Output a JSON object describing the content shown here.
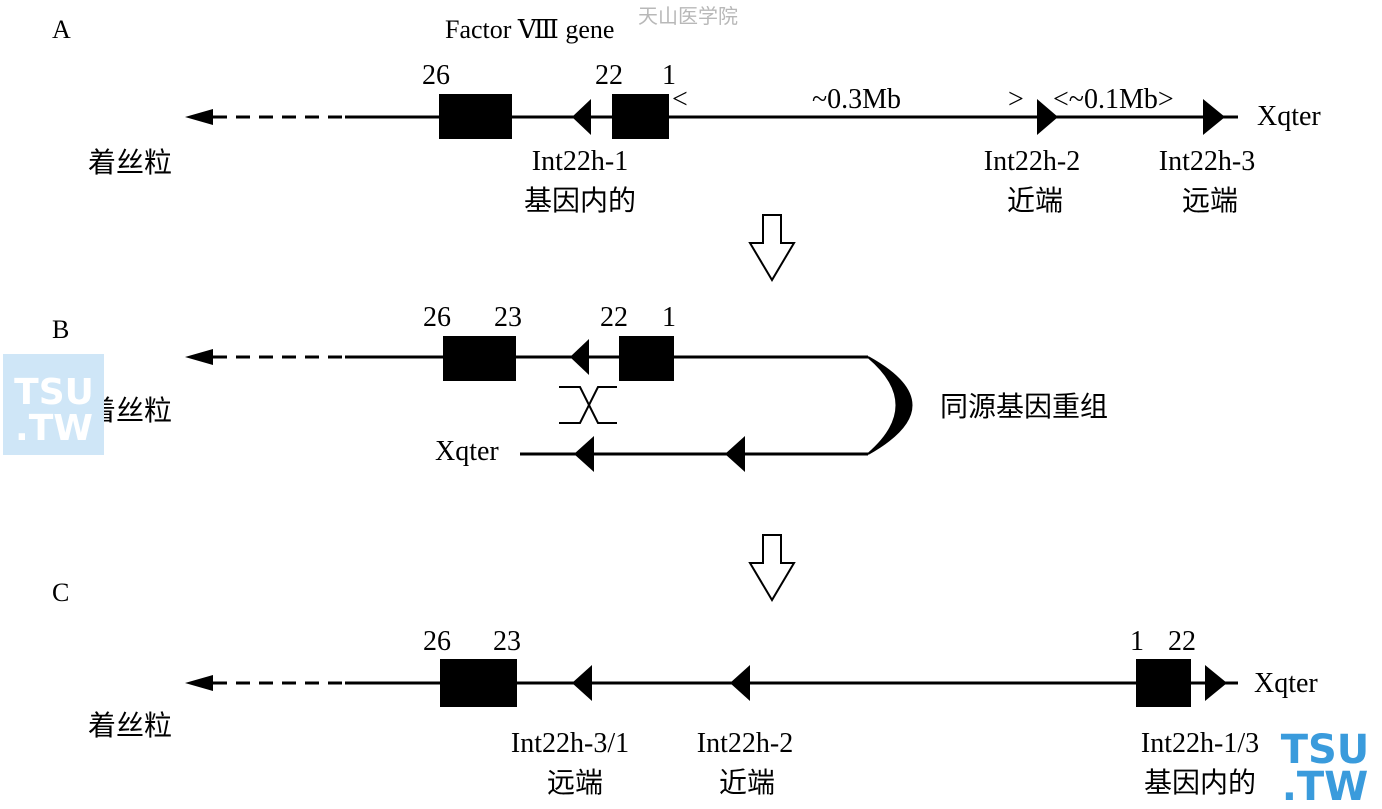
{
  "watermark_top": "天山医学院",
  "watermark_logo": {
    "line1": "TSU",
    "line2": ".TW"
  },
  "colors": {
    "ink": "#000000",
    "logo_blue": "#3a9bdc",
    "logo_bg": "#cfe6f7"
  },
  "panels": {
    "a": {
      "letter": "A",
      "gene_title": "Factor Ⅷ gene",
      "centromere": "着丝粒",
      "exon_26": "26",
      "exon_22": "22",
      "exon_1": "1",
      "bracket_left": "<",
      "distance_1": "~0.3Mb",
      "bracket_right": ">",
      "distance_2": "<~0.1Mb>",
      "telomere": "Xqter",
      "int1_name": "Int22h-1",
      "int1_desc": "基因内的",
      "int2_name": "Int22h-2",
      "int2_desc": "近端",
      "int3_name": "Int22h-3",
      "int3_desc": "远端"
    },
    "b": {
      "letter": "B",
      "centromere": "着丝粒",
      "exon_26": "26",
      "exon_23": "23",
      "exon_22": "22",
      "exon_1": "1",
      "recombination": "同源基因重组",
      "telomere": "Xqter"
    },
    "c": {
      "letter": "C",
      "centromere": "着丝粒",
      "exon_26": "26",
      "exon_23": "23",
      "exon_1": "1",
      "exon_22": "22",
      "telomere": "Xqter",
      "int31_name": "Int22h-3/1",
      "int31_desc": "远端",
      "int2_name": "Int22h-2",
      "int2_desc": "近端",
      "int13_name": "Int22h-1/3",
      "int13_desc": "基因内的"
    }
  }
}
